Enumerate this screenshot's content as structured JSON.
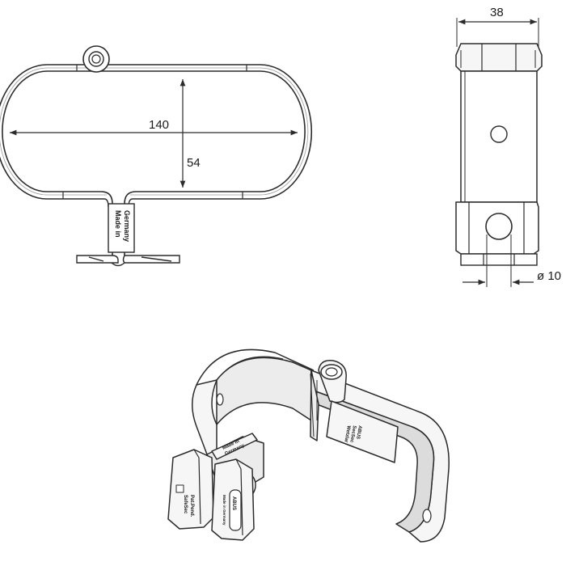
{
  "top_view": {
    "dim_width": "140",
    "dim_height": "54",
    "stamp_line1": "Made in",
    "stamp_line2": "Germany"
  },
  "side_view": {
    "dim_width": "38",
    "dim_hole": "ø 10"
  },
  "iso_view": {
    "plate_line1": "ABUS",
    "plate_line2": "SecSec",
    "plate_line3": "Wetzlar",
    "tag_line1": "SafeSec",
    "tag_line2": "Pat.Pend.",
    "strip_line1": "Made in",
    "strip_line2": "Germany",
    "brand_label": "ABUS",
    "brand_sub": "Made in Germany"
  },
  "colors": {
    "line": "#2b2b2b",
    "fill_light": "#f6f6f6",
    "fill_mid": "#ececec",
    "fill_shadow": "#dcdcdc"
  }
}
